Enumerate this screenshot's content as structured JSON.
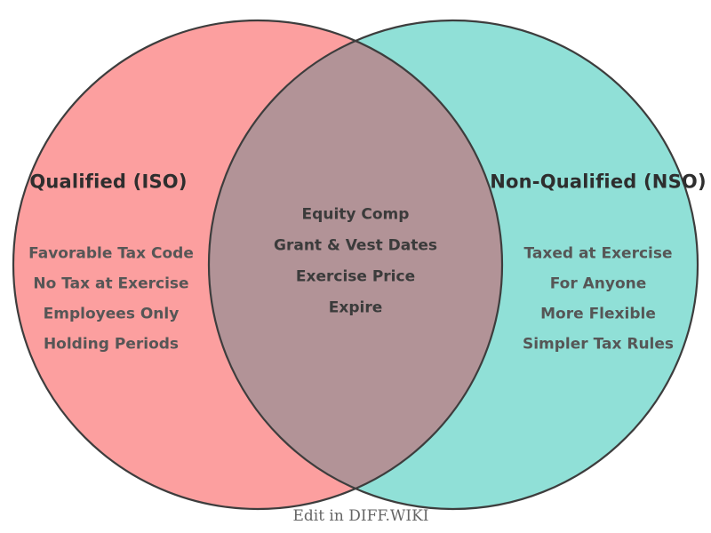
{
  "venn": {
    "left": {
      "title": "Qualified (ISO)",
      "color": "#FC9F9F",
      "items": [
        "Favorable Tax Code",
        "No Tax at Exercise",
        "Employees Only",
        "Holding Periods"
      ]
    },
    "right": {
      "title": "Non-Qualified (NSO)",
      "color": "#90E0D7",
      "items": [
        "Taxed at Exercise",
        "For Anyone",
        "More Flexible",
        "Simpler Tax Rules"
      ]
    },
    "overlap": {
      "color": "#B29397",
      "items": [
        "Equity Comp",
        "Grant & Vest Dates",
        "Exercise Price",
        "Expire"
      ]
    },
    "stroke_color": "#3D3D3D"
  },
  "footer": {
    "edit_link": "Edit in DIFF.WIKI"
  }
}
